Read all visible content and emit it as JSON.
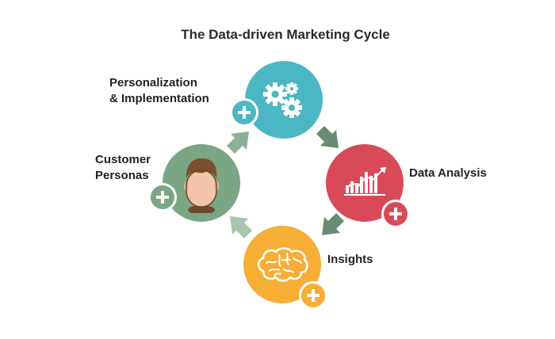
{
  "title": "The Data-driven Marketing Cycle",
  "stages": {
    "personalization": {
      "label_line1": "Personalization",
      "label_line2": "& Implementation",
      "color": "#4cb7c4",
      "icon": "gears-icon"
    },
    "data_analysis": {
      "label": "Data Analysis",
      "color": "#d84a58",
      "icon": "bar-chart-icon"
    },
    "insights": {
      "label": "Insights",
      "color": "#f6ae35",
      "icon": "brain-icon"
    },
    "customer_personas": {
      "label_line1": "Customer",
      "label_line2": "Personas",
      "color": "#7aa685",
      "icon": "person-face-icon"
    }
  },
  "arrows": {
    "arrow_1": {
      "color": "#6a8b73"
    },
    "arrow_2": {
      "color": "#8cb096"
    },
    "arrow_3": {
      "color": "#a7c5ad"
    }
  }
}
